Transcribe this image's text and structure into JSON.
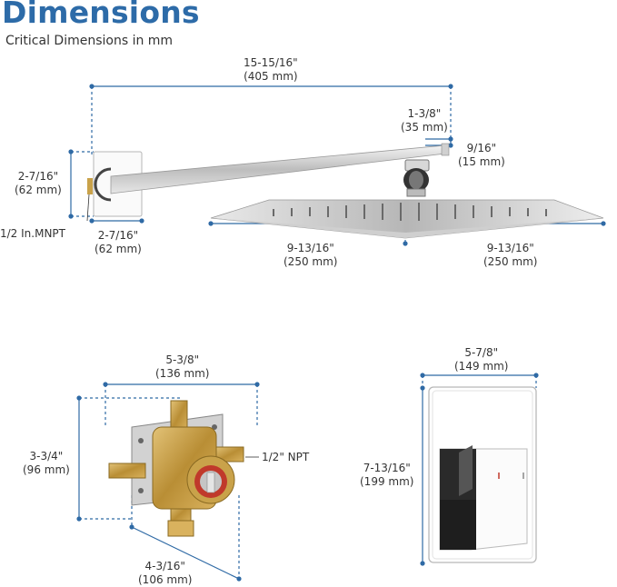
{
  "header": {
    "title": "Dimensions",
    "subtitle": "Critical Dimensions in mm"
  },
  "colors": {
    "title": "#2d6ba8",
    "dimension_line": "#2f6aa5",
    "brass": "#c9a24a",
    "chrome": "#c8c8c8",
    "handle": "#222222"
  },
  "shower_arm": {
    "length": {
      "in": "15-15/16\"",
      "mm": "(405 mm)"
    },
    "drop": {
      "in": "1-3/8\"",
      "mm": "(35 mm)"
    },
    "arm_thickness": {
      "in": "9/16\"",
      "mm": "(15 mm)"
    },
    "flange_height": {
      "in": "2-7/16\"",
      "mm": "(62 mm)"
    },
    "flange_width": {
      "in": "2-7/16\"",
      "mm": "(62 mm)"
    },
    "thread": "1/2 In.MNPT"
  },
  "shower_head": {
    "half_left": {
      "in": "9-13/16\"",
      "mm": "(250 mm)"
    },
    "half_right": {
      "in": "9-13/16\"",
      "mm": "(250 mm)"
    }
  },
  "valve": {
    "width": {
      "in": "5-3/8\"",
      "mm": "(136 mm)"
    },
    "height": {
      "in": "3-3/4\"",
      "mm": "(96 mm)"
    },
    "depth": {
      "in": "4-3/16\"",
      "mm": "(106 mm)"
    },
    "thread": "1/2\" NPT"
  },
  "trim_plate": {
    "width": {
      "in": "5-7/8\"",
      "mm": "(149 mm)"
    },
    "height": {
      "in": "7-13/16\"",
      "mm": "(199 mm)"
    }
  }
}
